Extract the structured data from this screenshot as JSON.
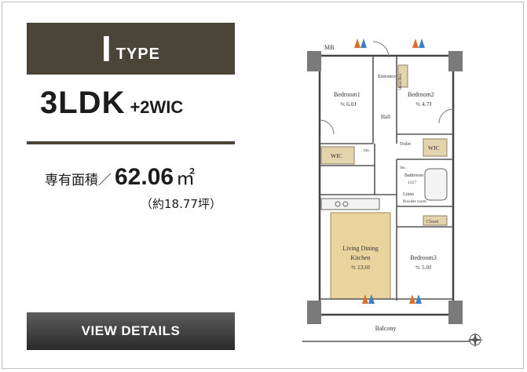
{
  "type_banner": {
    "letter": "I",
    "word": "TYPE"
  },
  "layout": {
    "main": "3LDK",
    "sub": "+2WIC"
  },
  "area": {
    "label": "専有面積／",
    "value": "62.06",
    "unit": "㎡",
    "tsubo": "（約18.77坪）"
  },
  "details_button": {
    "label": "VIEW DETAILS"
  },
  "floor_plan": {
    "mb": "MB",
    "entrance": "Entrance",
    "shoes": "Shoes Box",
    "hall": "Hall",
    "bedroom1": {
      "name": "Bedroom1",
      "size": "≒ 6.0J"
    },
    "bedroom2": {
      "name": "Bedroom2",
      "size": "≒ 4.7J"
    },
    "bedroom3": {
      "name": "Bedroom3",
      "size": "≒ 5.0J"
    },
    "wic_left": "WIC",
    "wic_right": "WIC",
    "sto_left": "Sto.",
    "sto_right": "Sto.",
    "toilet": "Toilet",
    "bathroom": {
      "name": "Bathroom",
      "size": "1317"
    },
    "linen": "Linen",
    "powder": "Powder room",
    "closet": "Closet",
    "ldk": {
      "line1": "Living Dining",
      "line2": "Kitchen",
      "size": "≒ 13.0J"
    },
    "balcony": "Balcony",
    "compass_icon": "compass-icon",
    "accent_ldk": "#e8d49c",
    "accent_storage": "#e3d4ae",
    "accent_banner": "#4a4538"
  }
}
